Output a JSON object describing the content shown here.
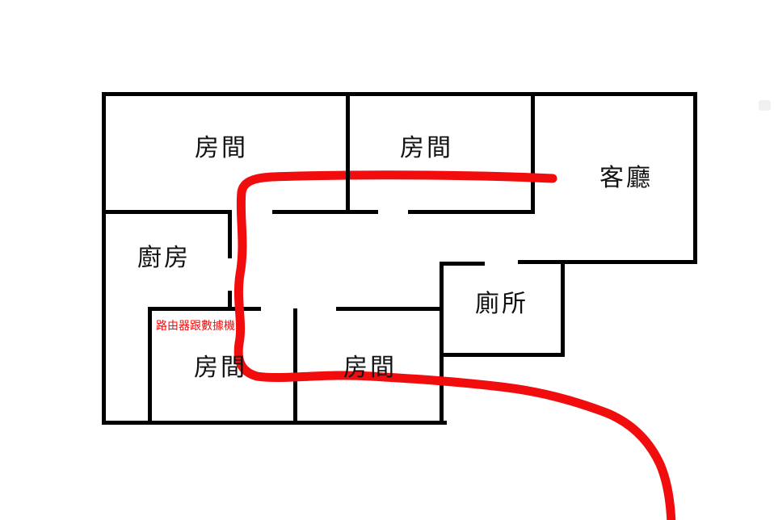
{
  "diagram": {
    "type": "floor-plan",
    "rooms": [
      {
        "id": "bedroom-top-left",
        "label": "房間"
      },
      {
        "id": "bedroom-top-middle",
        "label": "房間"
      },
      {
        "id": "living-room",
        "label": "客廳"
      },
      {
        "id": "kitchen",
        "label": "廚房"
      },
      {
        "id": "toilet",
        "label": "廁所"
      },
      {
        "id": "bedroom-bottom-left",
        "label": "房間"
      },
      {
        "id": "bedroom-bottom-right",
        "label": "房間"
      }
    ],
    "annotation": {
      "label": "路由器跟數據機",
      "meaning": "router and modem",
      "route": "red marker line from living room, along top rooms, down through doorway into bottom-left bedroom, then right and off the bottom edge"
    }
  },
  "colors": {
    "background": "#ffffff",
    "wall": "#000000",
    "label_text": "#111111",
    "annotation_red": "#f10d0d",
    "smudge": "#f0f0f0"
  }
}
